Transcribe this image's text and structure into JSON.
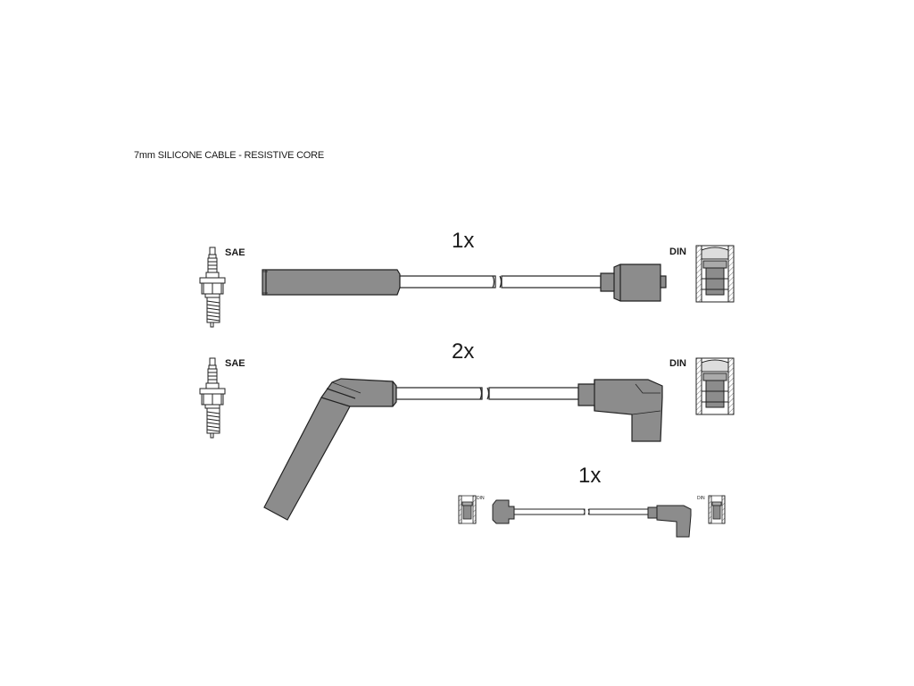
{
  "caption": "7mm SILICONE CABLE - RESISTIVE CORE",
  "sets": [
    {
      "quantity": "1x",
      "left_label": "SAE",
      "right_label": "DIN"
    },
    {
      "quantity": "2x",
      "left_label": "SAE",
      "right_label": "DIN"
    },
    {
      "quantity": "1x",
      "left_label": "DIN",
      "right_label": "DIN"
    }
  ],
  "colors": {
    "boot": "#8c8c8c",
    "stroke": "#222222",
    "cable": "#ffffff"
  }
}
